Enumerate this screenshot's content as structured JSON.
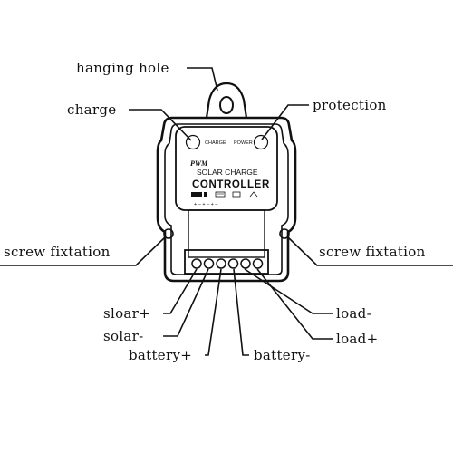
{
  "labels": {
    "hanging_hole": "hanging hole",
    "charge": "charge",
    "protection": "protection",
    "screw_left": "screw fixtation",
    "screw_right": "screw fixtation",
    "solar_plus": "sloar+",
    "solar_minus": "solar-",
    "battery_plus": "battery+",
    "battery_minus": "battery-",
    "load_minus": "load-",
    "load_plus": "load+"
  },
  "device": {
    "led_charge": "CHARGE",
    "led_power": "POWER",
    "brand": "PWM",
    "title_line1": "SOLAR CHARGE",
    "title_line2": "CONTROLLER"
  },
  "colors": {
    "ink": "#111111",
    "background": "#ffffff"
  }
}
